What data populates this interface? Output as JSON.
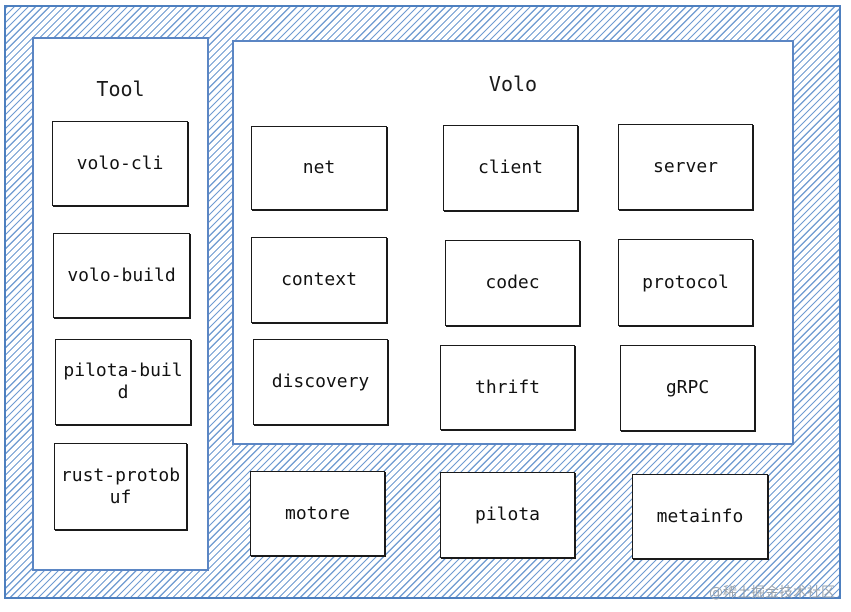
{
  "diagram": {
    "tool_panel": {
      "title": "Tool",
      "boxes": [
        "volo-cli",
        "volo-build",
        "pilota-build",
        "rust-protobuf"
      ]
    },
    "volo_panel": {
      "title": "Volo",
      "boxes": [
        "net",
        "client",
        "server",
        "context",
        "codec",
        "protocol",
        "discovery",
        "thrift",
        "gRPC"
      ]
    },
    "bottom_boxes": [
      "motore",
      "pilota",
      "metainfo"
    ],
    "watermark": "@稀土掘金技术社区",
    "colors": {
      "frame_border": "#4d7fbf",
      "hatch": "#6f9bd1",
      "box_border": "#1a1a1a"
    }
  }
}
